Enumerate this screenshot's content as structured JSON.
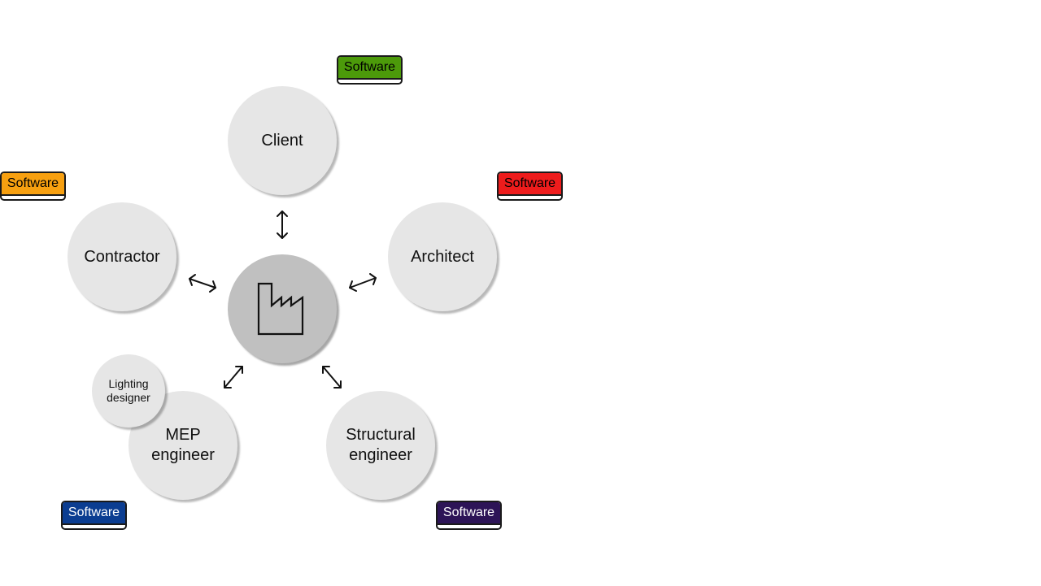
{
  "nodes": {
    "client": "Client",
    "architect": "Architect",
    "contractor": "Contractor",
    "structural": "Structural\nengineer",
    "mep": "MEP\nengineer",
    "lighting": "Lighting\ndesigner"
  },
  "center": {
    "icon": "factory-icon"
  },
  "badges": {
    "client": {
      "label": "Software",
      "color": "#4c9a0a",
      "text_color": "#000000"
    },
    "architect": {
      "label": "Software",
      "color": "#ee1c1c",
      "text_color": "#000000"
    },
    "contractor": {
      "label": "Software",
      "color": "#f7a010",
      "text_color": "#000000"
    },
    "structural": {
      "label": "Software",
      "color": "#2d1457",
      "text_color": "#ffffff"
    },
    "mep": {
      "label": "Software",
      "color": "#0b3d91",
      "text_color": "#ffffff"
    }
  },
  "arrow_icon": "double-arrow-icon"
}
